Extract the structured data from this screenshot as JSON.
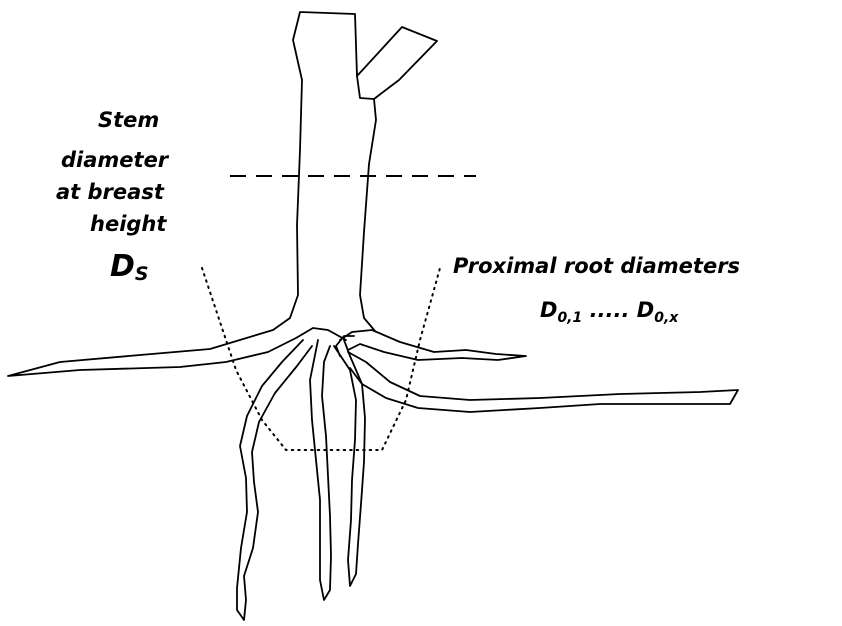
{
  "stem_label": {
    "line1": "Stem",
    "line2": "diameter",
    "line3": "at breast",
    "line4": "height"
  },
  "stem_symbol": {
    "base": "D",
    "sub": "S"
  },
  "root_label": "Proximal root diameters",
  "root_symbols": {
    "first_base": "D",
    "first_sub": "0,1",
    "ellipsis": ".....",
    "last_base": "D",
    "last_sub": "0,x"
  },
  "colors": {
    "ink": "#000000",
    "background": "#ffffff"
  }
}
